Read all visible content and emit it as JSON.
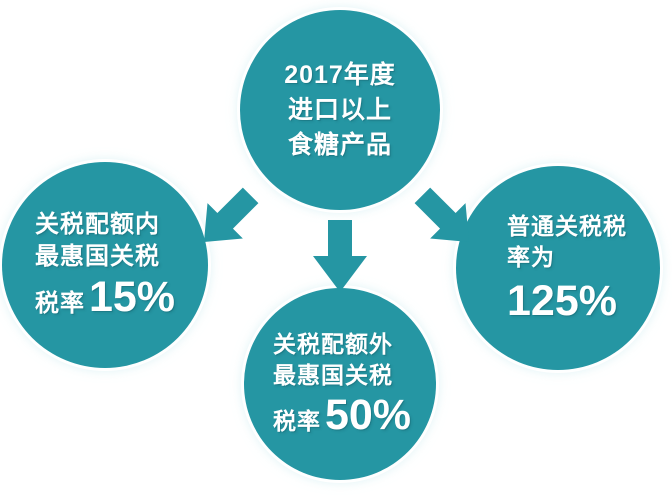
{
  "infographic": {
    "theme_color": "#2596a3",
    "background_color": "#ffffff",
    "text_color": "#ffffff"
  },
  "nodes": {
    "source": {
      "id": "source-node",
      "lines": [
        "2017年度",
        "进口以上",
        "食糖产品"
      ]
    },
    "in_quota": {
      "id": "in-quota-node",
      "lines": [
        "关税配额内",
        "最惠国关税"
      ],
      "rate_label": "税率",
      "rate_value": "15%"
    },
    "out_quota": {
      "id": "out-quota-node",
      "lines": [
        "关税配额外",
        "最惠国关税"
      ],
      "rate_label": "税率",
      "rate_value": "50%"
    },
    "general": {
      "id": "general-tariff-node",
      "lines": [
        "普通关税税",
        "率为"
      ],
      "rate_value": "125%"
    }
  },
  "connectors": [
    {
      "name": "arrow-down-left",
      "direction": "down-left"
    },
    {
      "name": "arrow-down",
      "direction": "down"
    },
    {
      "name": "arrow-down-right",
      "direction": "down-right"
    }
  ]
}
